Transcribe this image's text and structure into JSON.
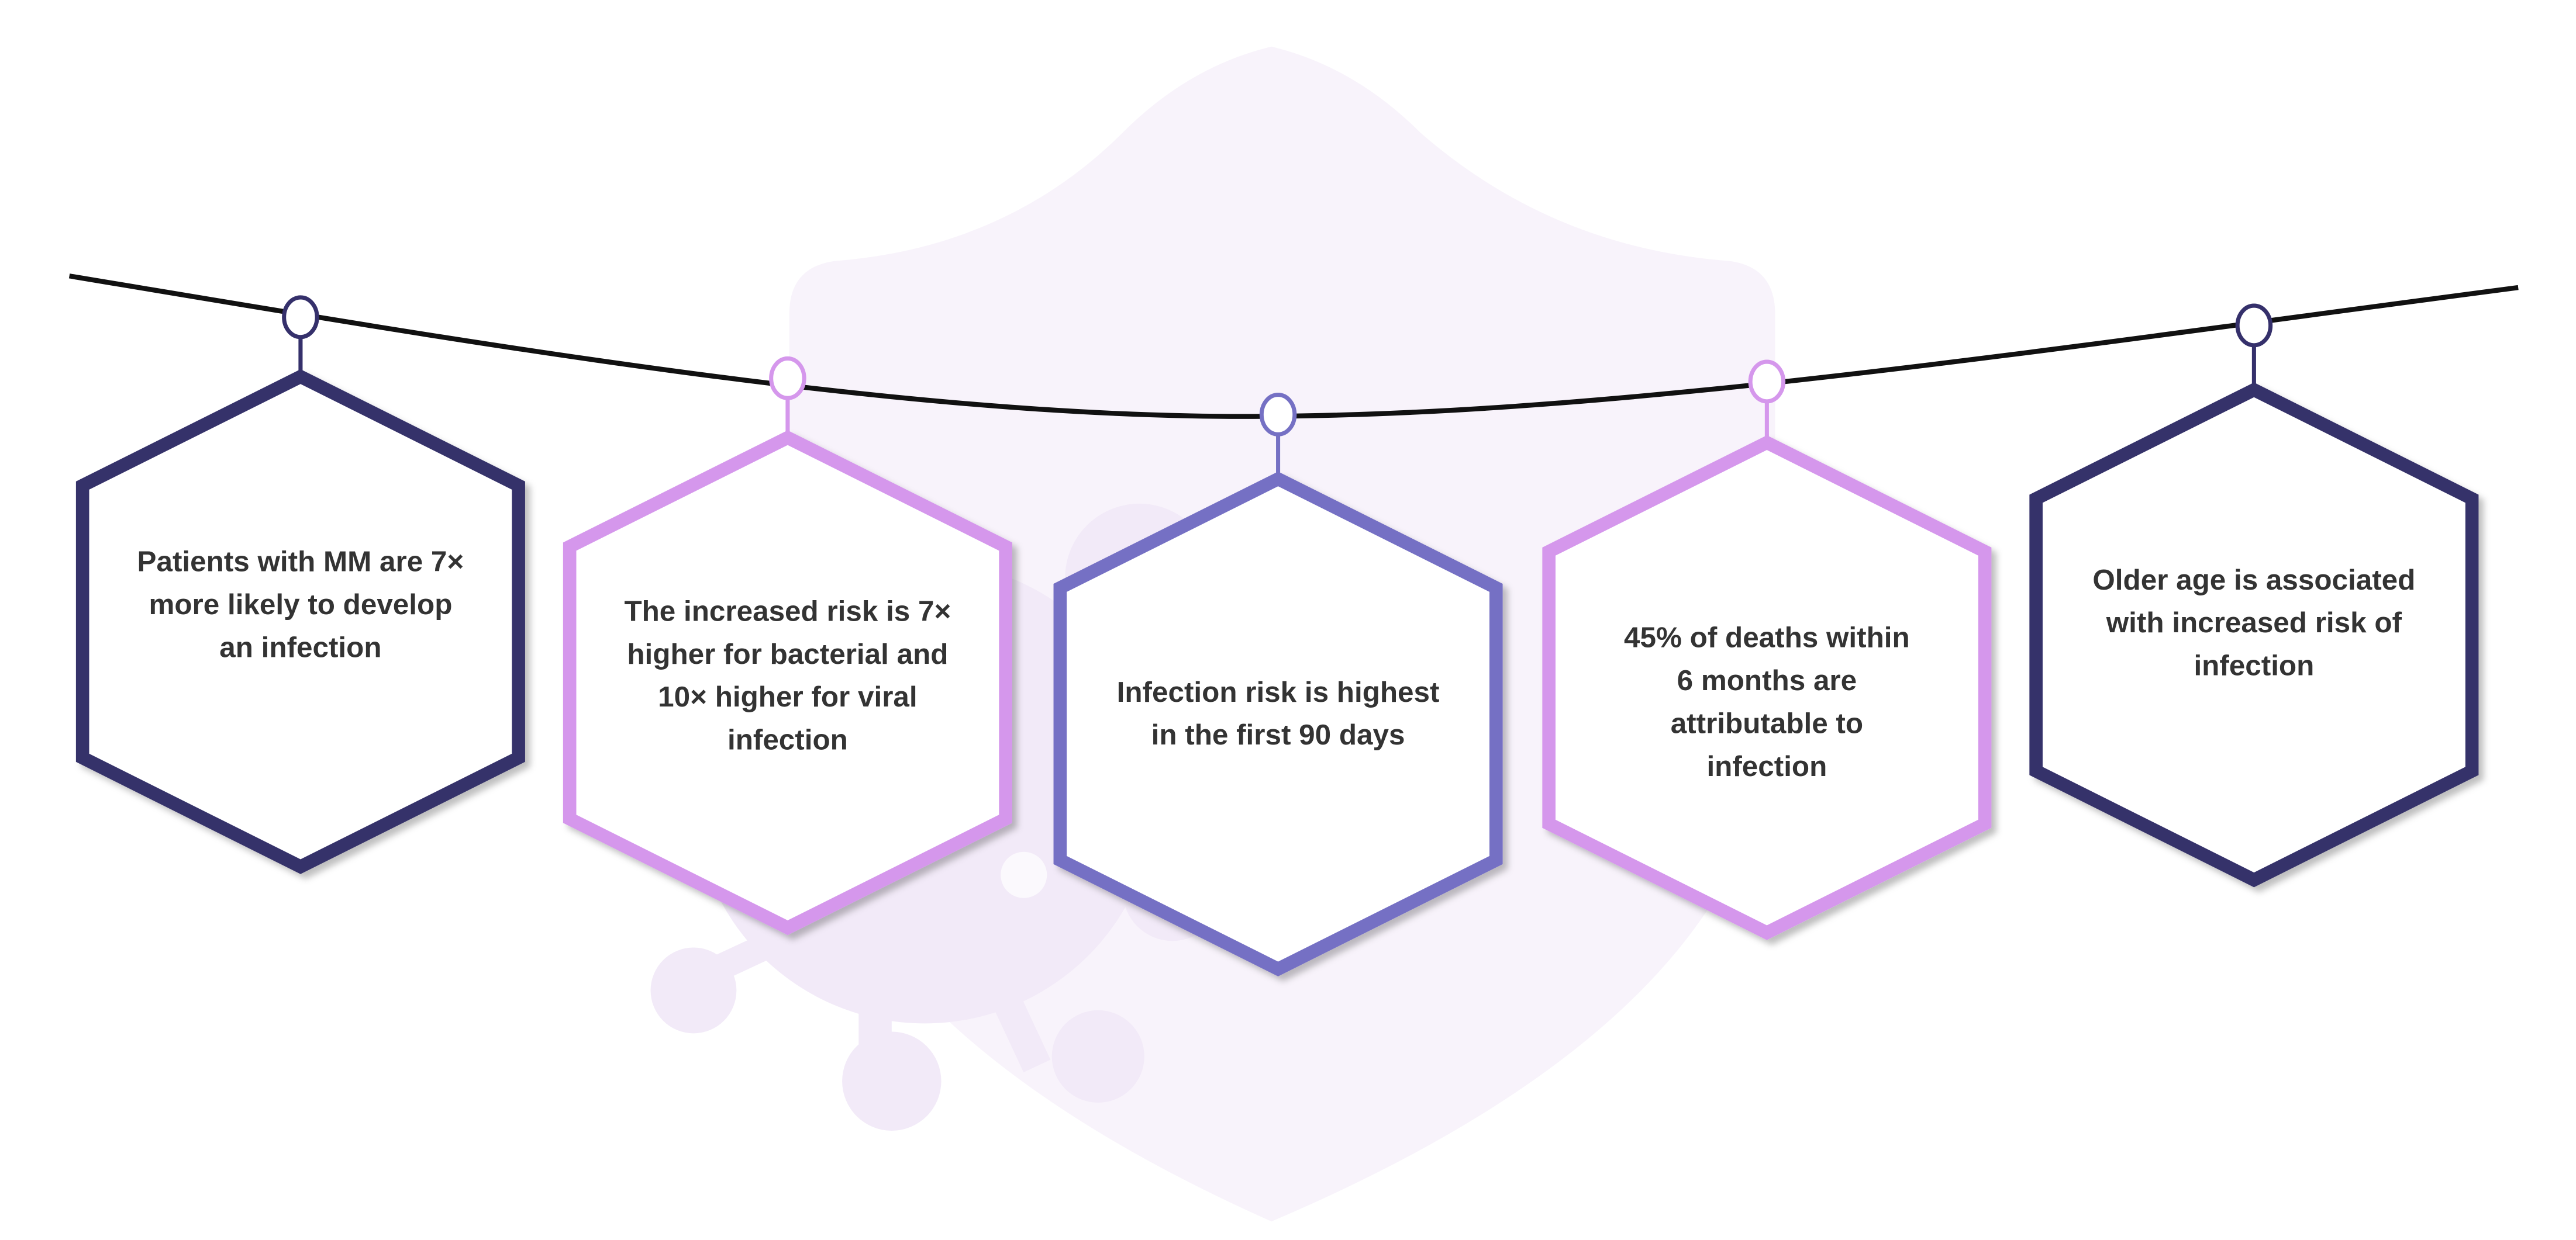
{
  "colors": {
    "navy": "#35306b",
    "lavender": "#d597ec",
    "purple": "#7570c4",
    "text": "#333333",
    "background_shape": "#f8f3fb",
    "virus_shape": "#f2eaf8"
  },
  "facts": [
    {
      "lines": [
        "Patients with MM are 7×",
        "more likely to develop",
        "an infection"
      ],
      "color": "navy"
    },
    {
      "lines": [
        "The increased risk is 7×",
        "higher for bacterial and",
        "10× higher for viral",
        "infection"
      ],
      "color": "lavender"
    },
    {
      "lines": [
        "Infection risk is highest",
        "in the first 90 days"
      ],
      "color": "purple"
    },
    {
      "lines": [
        "45% of deaths within",
        "6 months are",
        "attributable to",
        "infection"
      ],
      "color": "lavender"
    },
    {
      "lines": [
        "Older age is associated",
        "with increased risk of",
        "infection"
      ],
      "color": "navy"
    }
  ]
}
